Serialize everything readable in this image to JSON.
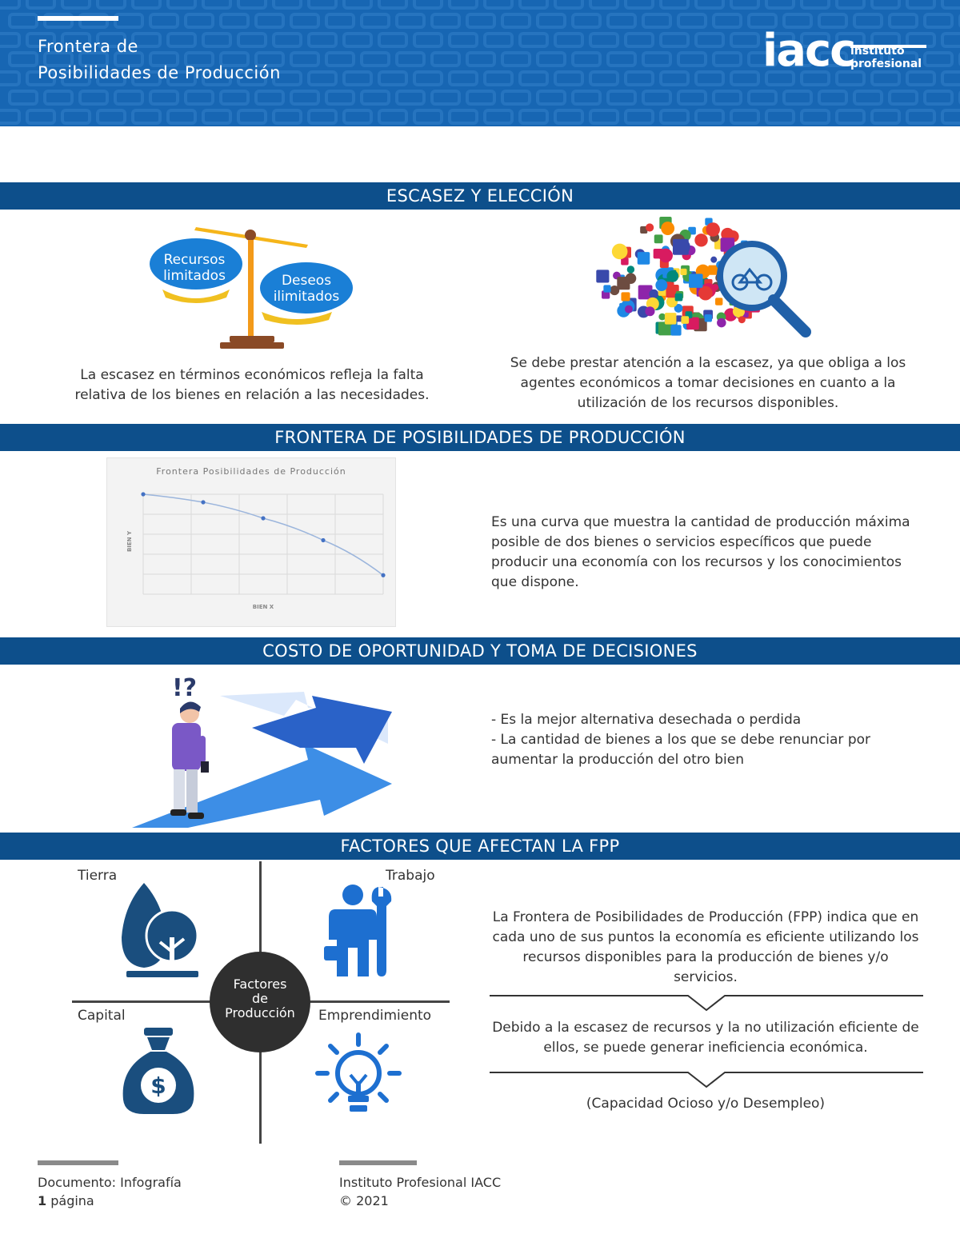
{
  "header": {
    "title_line1": "Frontera de",
    "title_line2": "Posibilidades de Producción",
    "logo_text": "iacc",
    "logo_sub1": "instituto",
    "logo_sub2": "profesional",
    "bg_color": "#1766b3"
  },
  "sections": {
    "escasez": {
      "title": "ESCASEZ Y ELECCIÓN",
      "scale_left_label": "Recursos limitados",
      "scale_right_label": "Deseos ilimitados",
      "left_text": "La escasez en términos económicos refleja la falta relativa de los bienes en relación a las necesidades.",
      "right_text": "Se debe prestar atención a la escasez, ya que obliga a los agentes económicos a tomar decisiones en cuanto a la utilización de los recursos disponibles."
    },
    "fpp": {
      "title": "FRONTERA DE POSIBILIDADES DE PRODUCCIÓN",
      "text": "Es una curva que muestra la cantidad de producción máxima posible de dos bienes o servicios específicos que puede producir una economía con los recursos y los conocimientos que dispone."
    },
    "costo": {
      "title": "COSTO DE OPORTUNIDAD Y TOMA DE DECISIONES",
      "question_marks": "!?",
      "bullet1": "- Es la mejor alternativa desechada o perdida",
      "bullet2": "- La cantidad de bienes a los que se debe renunciar por aumentar la producción del otro bien"
    },
    "factores": {
      "title": "FACTORES QUE AFECTAN LA FPP",
      "tierra": "Tierra",
      "trabajo": "Trabajo",
      "capital": "Capital",
      "emprendimiento": "Emprendimiento",
      "center_line1": "Factores",
      "center_line2": "de",
      "center_line3": "Producción",
      "dollar": "$",
      "text1": "La Frontera de Posibilidades de Producción (FPP) indica que en cada uno de sus puntos la economía es eficiente utilizando los recursos disponibles para la producción de bienes y/o servicios.",
      "text2": "Debido a la escasez de recursos y la no utilización eficiente de ellos, se puede generar ineficiencia económica.",
      "text3": "(Capacidad Ocioso y/o Desempleo)"
    }
  },
  "chart_data": {
    "type": "line",
    "title": "Frontera Posibilidades de Producción",
    "xlabel": "BIEN X",
    "ylabel": "BIEN Y",
    "x": [
      0,
      1,
      2,
      3,
      4
    ],
    "values": [
      10,
      9.2,
      7.6,
      5.4,
      1.9
    ],
    "xlim": [
      0,
      4
    ],
    "ylim": [
      0,
      10
    ],
    "grid": true,
    "color": "#4472c4"
  },
  "footer": {
    "doc_type": "Documento: Infografía",
    "pages_num": "1",
    "pages_word": " página",
    "institute": "Instituto Profesional IACC",
    "copyright": "© 2021"
  }
}
